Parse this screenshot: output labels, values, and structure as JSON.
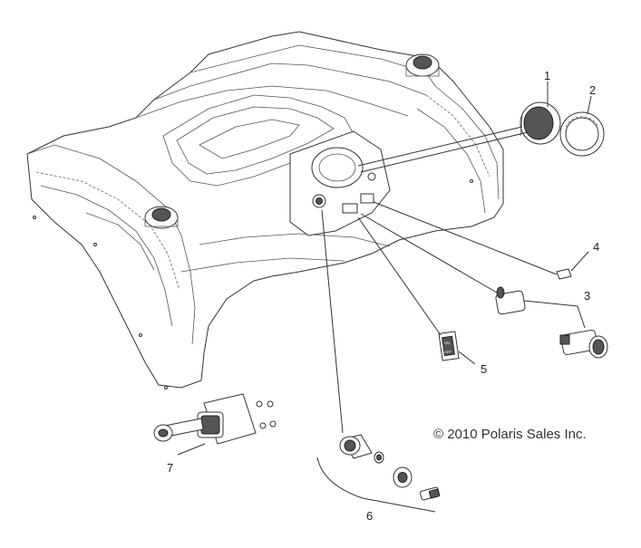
{
  "copyright": "© 2010 Polaris Sales Inc.",
  "callouts": [
    {
      "id": "callout-1",
      "text": "1"
    },
    {
      "id": "callout-2",
      "text": "2"
    },
    {
      "id": "callout-3",
      "text": "3"
    },
    {
      "id": "callout-4",
      "text": "4"
    },
    {
      "id": "callout-5",
      "text": "5"
    },
    {
      "id": "callout-6",
      "text": "6"
    },
    {
      "id": "callout-7",
      "text": "7"
    }
  ],
  "switch_markings": {
    "top": "ON",
    "bottom": "OFF"
  }
}
